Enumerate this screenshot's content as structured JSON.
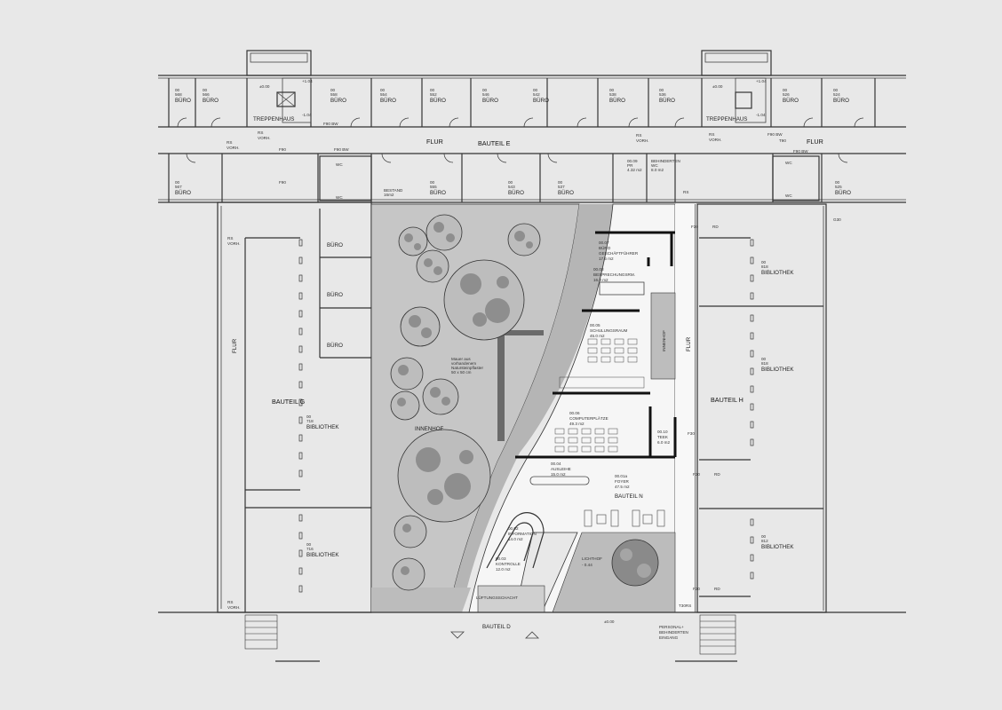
{
  "colors": {
    "background": "#e8e8e8",
    "courtyard": "#c6c6c6",
    "building_n": "#f6f6f6",
    "wall": "#333333"
  },
  "bauteil_e": {
    "label": "BAUTEIL E",
    "flur": "FLUR",
    "top_rooms": [
      {
        "floor": "00",
        "number": "568",
        "name": "BÜRO"
      },
      {
        "floor": "00",
        "number": "566",
        "name": "BÜRO"
      },
      {
        "floor": "00",
        "number": "558",
        "name": "BÜRO"
      },
      {
        "floor": "00",
        "number": "554",
        "name": "BÜRO"
      },
      {
        "floor": "00",
        "number": "552",
        "name": "BÜRO"
      },
      {
        "floor": "00",
        "number": "546",
        "name": "BÜRO"
      },
      {
        "floor": "00",
        "number": "542",
        "name": "BÜRO"
      },
      {
        "floor": "00",
        "number": "538",
        "name": "BÜRO"
      },
      {
        "floor": "00",
        "number": "536",
        "name": "BÜRO"
      },
      {
        "floor": "00",
        "number": "526",
        "name": "BÜRO"
      },
      {
        "floor": "00",
        "number": "524",
        "name": "BÜRO"
      }
    ],
    "bottom_rooms": [
      {
        "floor": "00",
        "number": "567",
        "name": "BÜRO"
      },
      {
        "floor": "00",
        "number": "555",
        "name": "BÜRO"
      },
      {
        "floor": "00",
        "number": "543",
        "name": "BÜRO"
      },
      {
        "floor": "00",
        "number": "537",
        "name": "BÜRO"
      },
      {
        "floor": "00",
        "number": "525",
        "name": "BÜRO"
      }
    ],
    "treppenhaus": "TREPPENHAUS",
    "level_zero": "±0.00",
    "level_up": "+1.04",
    "level_down": "-1.04",
    "rs": "RS",
    "vorh": "VORH.",
    "f90": "F90",
    "f90bw": "F90  BW",
    "t90": "T90",
    "wc": "WC",
    "bestand": "BESTAND",
    "bestand_area": "16m2",
    "pr": {
      "number": "00.09",
      "name": "PR",
      "area": "4.32 m2"
    },
    "behinderten_wc": {
      "line1": "BEHINDERTEN",
      "line2": "WC",
      "area": "8.0 m2"
    },
    "g30": "G30"
  },
  "bauteil_g": {
    "label": "BAUTEIL G",
    "flur": "FLUR",
    "buero": "BÜRO",
    "bibliothek": [
      {
        "floor": "00",
        "number": "718",
        "name": "BIBLIOTHEK"
      },
      {
        "floor": "00",
        "number": "716",
        "name": "BIBLIOTHEK"
      }
    ]
  },
  "innenhof": {
    "label": "INNENHOF",
    "note": [
      "Mauer aus",
      "vorhandenem",
      "Natursteinpflaster",
      "50 x 50 cm"
    ]
  },
  "bauteil_n": {
    "label": "BAUTEIL N",
    "rooms": {
      "buero_gf": {
        "number": "00.07",
        "line1": "BÜRO",
        "line2": "GESCHÄFTFÜHRER",
        "area": "17.6 m2"
      },
      "besprechung": {
        "number": "00.08",
        "name": "BESPRECHUNGSRM.",
        "area": "16.0 m2"
      },
      "schulung": {
        "number": "00.05",
        "name": "SCHULUNGSRAUM",
        "area": "45.0 m2"
      },
      "computer": {
        "number": "00.06",
        "name": "COMPUTERPLÄTZE",
        "area": "49.3 m2"
      },
      "teek": {
        "number": "00.10",
        "name": "TEEK",
        "area": "6.0 m2"
      },
      "ausleihe": {
        "number": "00.04",
        "name": "AUSLEIHE",
        "area": "15.0 m2"
      },
      "foyer": {
        "number": "00.01a",
        "name": "FOYER",
        "area": "47.5 m2"
      },
      "information": {
        "number": "00.02",
        "name": "INFORMATION",
        "area": "14.0 m2"
      },
      "kontrolle": {
        "number": "00.03",
        "name": "KONTROLLE",
        "area": "12.0 m2"
      }
    },
    "innenhof_small": "INNENHOF",
    "flur": "FLUR",
    "lichthof": "LICHTHOF",
    "lichthof_level": "- 0.44",
    "lueftung": "LÜFTUNGSSCHACHT"
  },
  "bauteil_h": {
    "label": "BAUTEIL H",
    "bibliothek": [
      {
        "floor": "00",
        "number": "818",
        "name": "BIBLIOTHEK"
      },
      {
        "floor": "00",
        "number": "818",
        "name": "BIBLIOTHEK"
      },
      {
        "floor": "00",
        "number": "812",
        "name": "BIBLIOTHEK"
      }
    ],
    "f30": "F30",
    "rd": "RD",
    "t30rs": "T30RS"
  },
  "bauteil_d": {
    "label": "BAUTEIL D",
    "level": "±0.00",
    "entrance": [
      "PERSONAL+",
      "BEHINDERTEN",
      "EINGANG"
    ]
  }
}
